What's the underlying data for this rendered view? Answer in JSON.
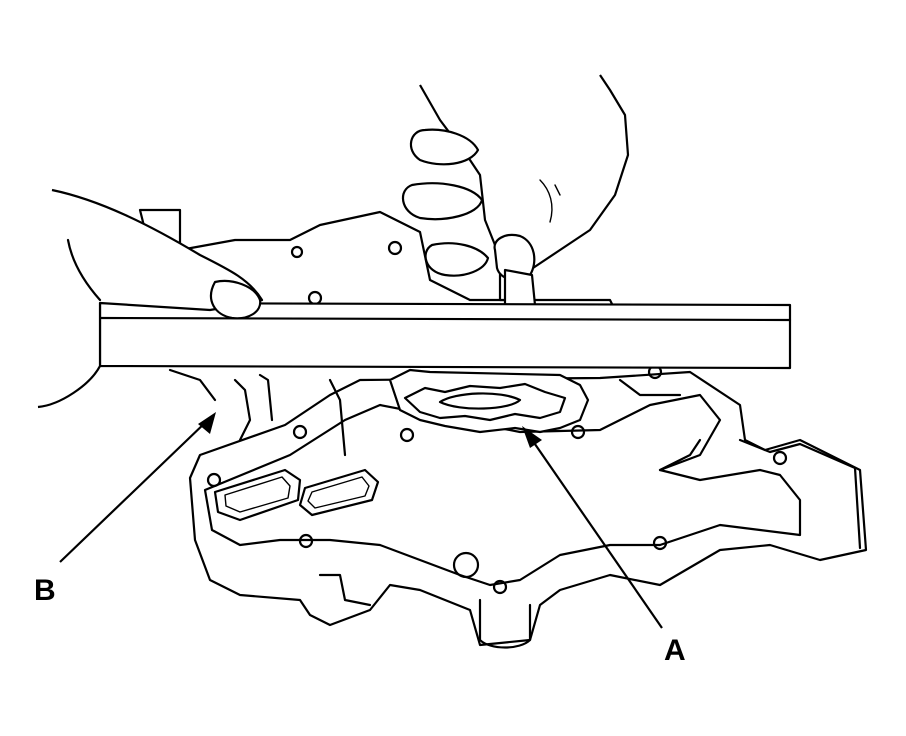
{
  "figure": {
    "callouts": [
      {
        "id": "A",
        "label": "A"
      },
      {
        "id": "B",
        "label": "B"
      }
    ],
    "colors": {
      "line": "#000000",
      "background": "#ffffff"
    }
  }
}
